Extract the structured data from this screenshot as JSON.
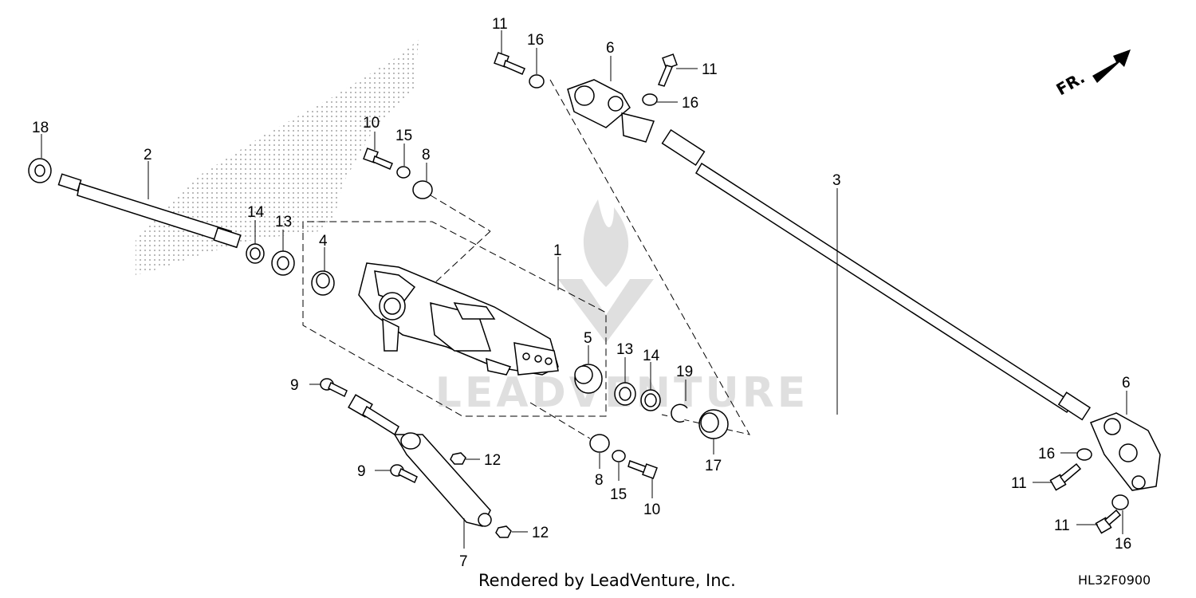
{
  "diagram": {
    "callouts": {
      "c1": "1",
      "c2": "2",
      "c3": "3",
      "c4": "4",
      "c5": "5",
      "c6_top": "6",
      "c6_right": "6",
      "c7": "7",
      "c8_top": "8",
      "c8_bottom": "8",
      "c9_top": "9",
      "c9_bottom": "9",
      "c10_top": "10",
      "c10_bottom": "10",
      "c11_a": "11",
      "c11_b": "11",
      "c11_c": "11",
      "c11_d": "11",
      "c12_a": "12",
      "c12_b": "12",
      "c13_a": "13",
      "c13_b": "13",
      "c14_a": "14",
      "c14_b": "14",
      "c15_a": "15",
      "c15_b": "15",
      "c16_a": "16",
      "c16_b": "16",
      "c16_c": "16",
      "c16_d": "16",
      "c17": "17",
      "c18": "18",
      "c19": "19"
    },
    "direction_label": "FR.",
    "watermark": "LEADVENTURE"
  },
  "footer": {
    "credit": "Rendered by LeadVenture, Inc.",
    "code": "HL32F0900"
  }
}
